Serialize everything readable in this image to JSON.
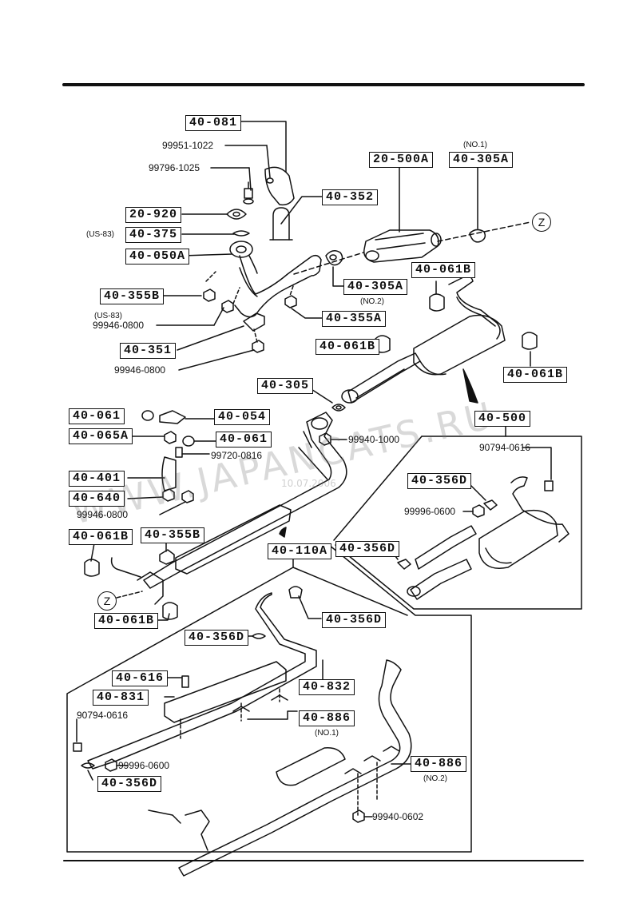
{
  "parts": {
    "p40_081": "40-081",
    "p99951_1022": "99951-1022",
    "p99796_1025": "99796-1025",
    "p20_920": "20-920",
    "us83_a": "(US-83)",
    "p40_375": "40-375",
    "p40_050A": "40-050A",
    "p40_352": "40-352",
    "p20_500A": "20-500A",
    "no1_a": "(NO.1)",
    "p40_305A_top": "40-305A",
    "p40_355B_top": "40-355B",
    "us83_b": "(US-83)",
    "p99946_0800_a": "99946-0800",
    "p40_351": "40-351",
    "p99946_0800_b": "99946-0800",
    "p40_305A_mid": "40-305A",
    "no2_a": "(NO.2)",
    "p40_355A": "40-355A",
    "p40_061B_a": "40-061B",
    "p40_061B_b": "40-061B",
    "p40_061B_c": "40-061B",
    "p40_305": "40-305",
    "p40_500": "40-500",
    "p90794_0616_a": "90794-0616",
    "p40_061_a": "40-061",
    "p40_054": "40-054",
    "p40_065A": "40-065A",
    "p40_061_b": "40-061",
    "p99940_1000": "99940-1000",
    "p99720_0816": "99720-0816",
    "p40_401": "40-401",
    "p40_640": "40-640",
    "p99946_0800_c": "99946-0800",
    "p40_356D_a": "40-356D",
    "p99996_0600_a": "99996-0600",
    "p40_356D_b": "40-356D",
    "p40_061B_d": "40-061B",
    "p40_355B_bot": "40-355B",
    "p40_110A": "40-110A",
    "p40_061B_e": "40-061B",
    "p40_356D_c": "40-356D",
    "p40_356D_d": "40-356D",
    "p40_616": "40-616",
    "p40_831": "40-831",
    "p40_832": "40-832",
    "p90794_0616_b": "90794-0616",
    "p40_886_a": "40-886",
    "no1_b": "(NO.1)",
    "p99996_0600_b": "99996-0600",
    "p40_356D_e": "40-356D",
    "p40_886_b": "40-886",
    "no2_b": "(NO.2)",
    "p99940_0602": "99940-0602"
  },
  "connectors": {
    "z_top": "Z",
    "z_bottom": "Z"
  },
  "watermark": {
    "main": "WWW.JAPANCATS.RU",
    "small": "10.07.2006"
  }
}
